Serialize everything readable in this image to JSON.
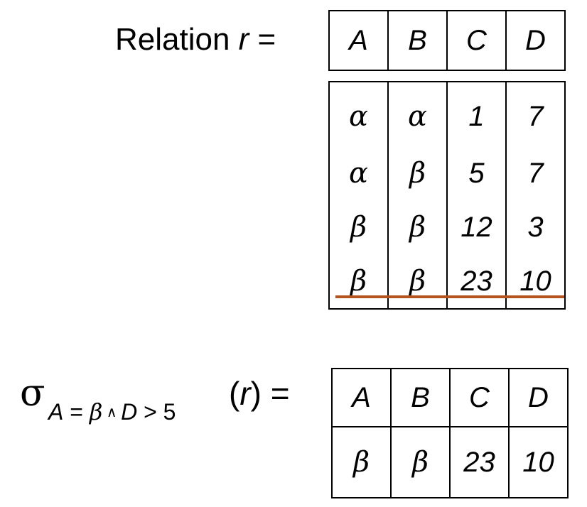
{
  "relation_label": {
    "prefix": "Relation ",
    "var": "r",
    "suffix": " ="
  },
  "selection_label": {
    "sigma": "σ",
    "pred_a": "A",
    "pred_eq": " = ",
    "pred_beta": "β",
    "pred_and": " ∧ ",
    "pred_d": "D",
    "pred_gt": " > 5",
    "arg_open": "(",
    "arg_var": "r",
    "arg_close": ") ="
  },
  "relation_r": {
    "columns": [
      "A",
      "B",
      "C",
      "D"
    ],
    "rows": [
      [
        "α",
        "α",
        "1",
        "7"
      ],
      [
        "α",
        "β",
        "5",
        "7"
      ],
      [
        "β",
        "β",
        "12",
        "3"
      ],
      [
        "β",
        "β",
        "23",
        "10"
      ]
    ]
  },
  "selection_result": {
    "columns": [
      "A",
      "B",
      "C",
      "D"
    ],
    "rows": [
      [
        "β",
        "β",
        "23",
        "10"
      ]
    ]
  },
  "colors": {
    "highlight_underline": "#b5541e"
  }
}
